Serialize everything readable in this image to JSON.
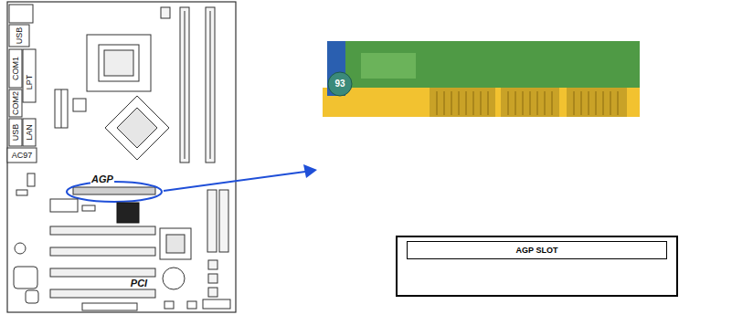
{
  "diagram": {
    "nodes": [
      {
        "text": [
          "AGP SLOT"
        ]
      }
    ],
    "labels": [
      "USB",
      "COM1",
      "LPT",
      "COM2",
      "USB",
      "LAN",
      "AC97",
      "AGP",
      "PCI",
      "93"
    ]
  }
}
